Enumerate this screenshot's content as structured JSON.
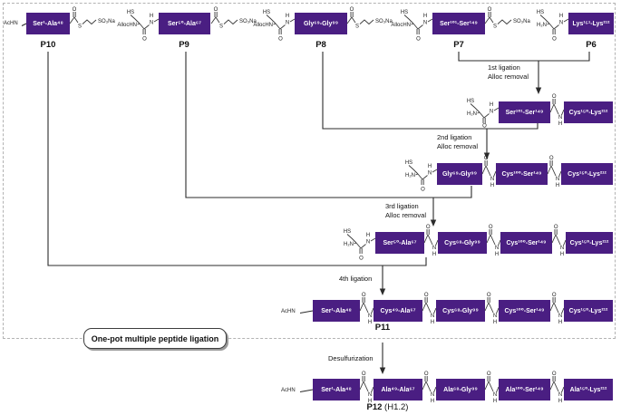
{
  "colors": {
    "box_purple": "#4a1e82"
  },
  "chem": {
    "hs": "HS",
    "alloc_hn": "AllocHN",
    "h2n": "H₂N",
    "ac_hn": "AcHN",
    "o": "O",
    "n": "N",
    "h": "H",
    "s": "S",
    "so3na": "SO₃Na"
  },
  "one_pot_label": "One-pot multiple peptide ligation",
  "top_row": {
    "p10": {
      "seq": "Ser¹-Ala⁴⁸",
      "label": "P10"
    },
    "p9": {
      "seq": "Ser⁵⁰-Ala⁶⁷",
      "label": "P9"
    },
    "p8": {
      "seq": "Gly⁶⁹-Gly⁹⁹",
      "label": "P8"
    },
    "p7": {
      "seq": "Ser¹⁰¹-Ser¹⁴⁹",
      "label": "P7"
    },
    "p6": {
      "seq": "Lys¹⁵¹-Lys²¹²",
      "label": "P6"
    }
  },
  "steps": {
    "lig1": {
      "line1": "1st ligation",
      "line2": "Alloc removal"
    },
    "lig2": {
      "line1": "2nd ligation",
      "line2": "Alloc removal"
    },
    "lig3": {
      "line1": "3rd ligation",
      "line2": "Alloc removal"
    },
    "lig4": {
      "line1": "4th ligation"
    },
    "desulfurization": {
      "line1": "Desulfurization"
    }
  },
  "intermediates": {
    "product1": {
      "segments": [
        "Ser¹⁰¹-Ser¹⁴⁹",
        "Cys¹⁵⁰-Lys²¹²"
      ]
    },
    "product2": {
      "segments": [
        "Gly⁶⁹-Gly⁹⁹",
        "Cys¹⁰⁰-Ser¹⁴⁹",
        "Cys¹⁵⁰-Lys²¹²"
      ]
    },
    "product3": {
      "segments": [
        "Ser⁵⁰-Ala⁶⁷",
        "Cys⁶⁸-Gly⁹⁹",
        "Cys¹⁰⁰-Ser¹⁴⁹",
        "Cys¹⁵⁰-Lys²¹²"
      ]
    }
  },
  "p11": {
    "label": "P11",
    "segments": [
      "Ser¹-Ala⁴⁸",
      "Cys⁴⁹-Ala⁶⁷",
      "Cys⁶⁸-Gly⁹⁹",
      "Cys¹⁰⁰-Ser¹⁴⁹",
      "Cys¹⁵⁰-Lys²¹²"
    ]
  },
  "p12": {
    "label": "P12",
    "suffix": " (H1.2)",
    "segments": [
      "Ser¹-Ala⁴⁸",
      "Ala⁴⁹-Ala⁶⁷",
      "Ala⁶⁸-Gly⁹⁹",
      "Ala¹⁰⁰-Ser¹⁴⁹",
      "Ala¹⁵⁰-Lys²¹²"
    ]
  }
}
